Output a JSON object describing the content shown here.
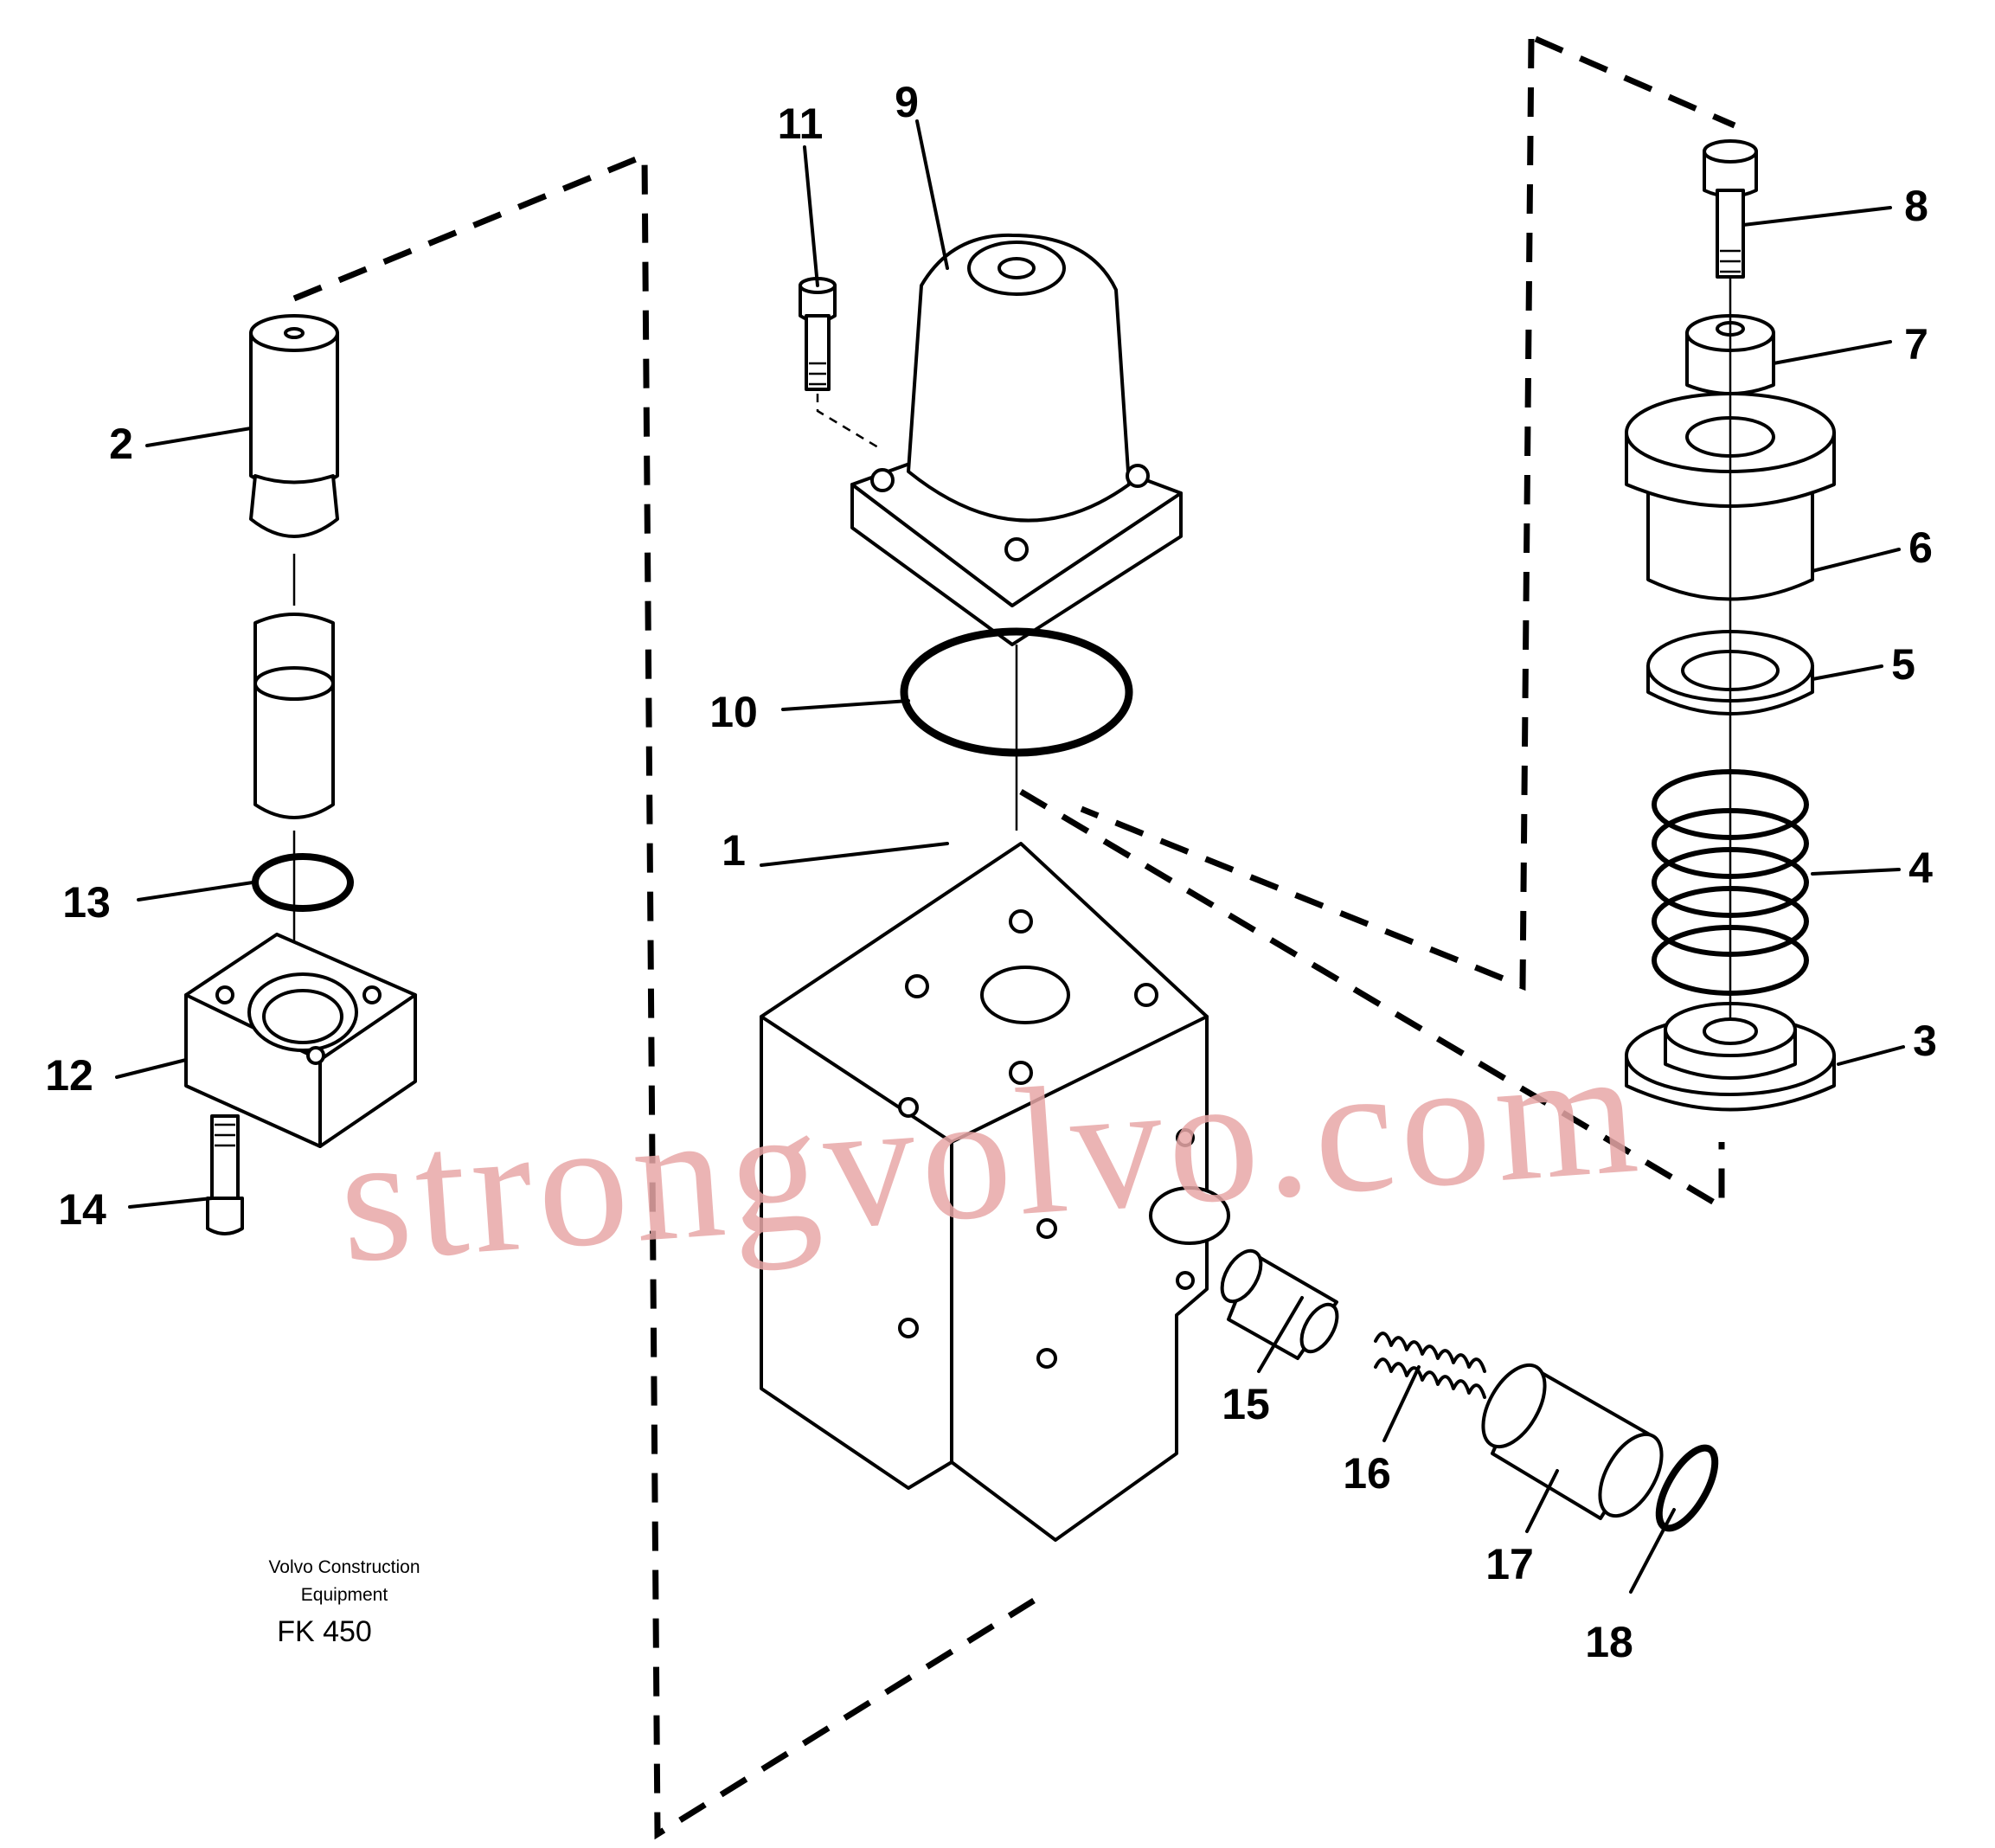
{
  "callouts": [
    "1",
    "2",
    "3",
    "4",
    "5",
    "6",
    "7",
    "8",
    "9",
    "10",
    "11",
    "12",
    "13",
    "14",
    "15",
    "16",
    "17",
    "18"
  ],
  "caption": {
    "line1": "Volvo Construction",
    "line2": "Equipment",
    "code": "FK 450"
  },
  "watermark": "strongvolvo.com",
  "colors": {
    "line": "#000000",
    "watermark": "#e8a7a7",
    "background": "#ffffff"
  }
}
